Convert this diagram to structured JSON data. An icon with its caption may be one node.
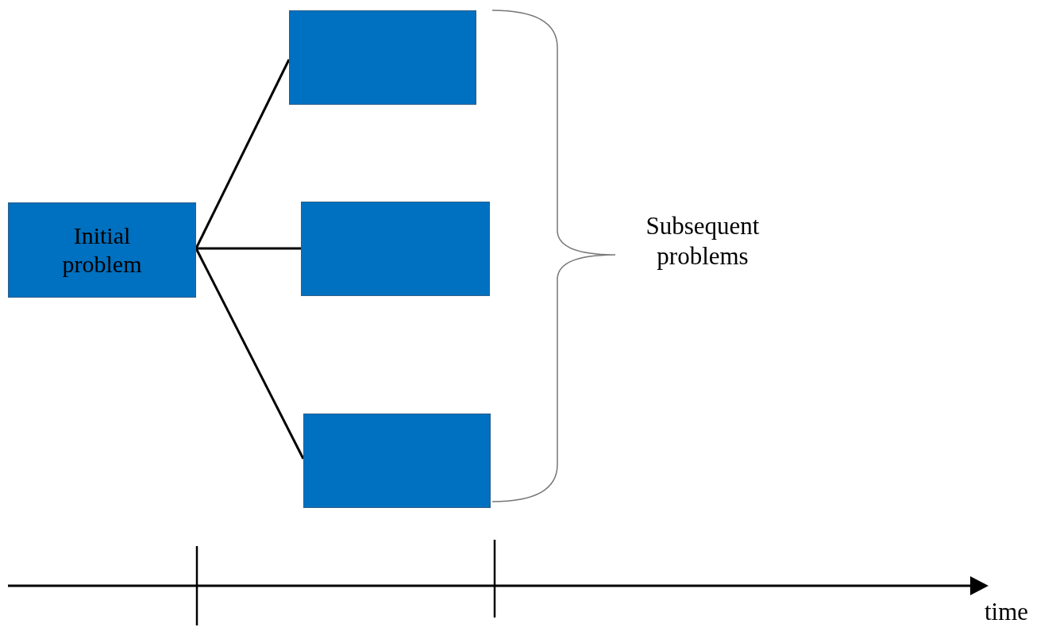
{
  "diagram": {
    "nodes": [
      {
        "text": [
          "Initial problem"
        ]
      },
      {
        "text": [],
        "shape": "box"
      },
      {
        "text": [],
        "shape": "box"
      },
      {
        "text": [],
        "shape": "box"
      }
    ],
    "edges": [
      {
        "from": 0,
        "to": 1,
        "arrow": "none"
      },
      {
        "from": 0,
        "to": 2,
        "arrow": "none"
      },
      {
        "from": 0,
        "to": 3,
        "arrow": "none"
      }
    ],
    "labels": [
      "Subsequent problems",
      "time"
    ]
  }
}
